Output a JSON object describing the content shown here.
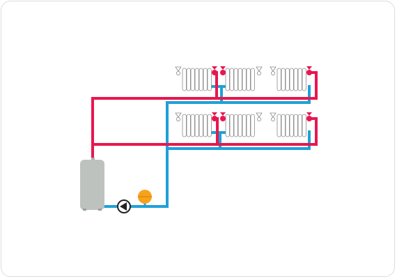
{
  "diagram": {
    "description_visible_text": [],
    "colors": {
      "supply_pipe": "#e8174f",
      "return_pipe": "#1ea1d8",
      "radiator_fill": "#ffffff",
      "radiator_outline": "#8a8a8a",
      "valve": "#e8174f",
      "boiler_body": "#bdc2bf",
      "pump": "#222222",
      "expansion_tank": "#f7a21b",
      "card_border": "#dcdcdc"
    },
    "components": [
      {
        "kind": "boiler",
        "icon": "boiler-tank-icon"
      },
      {
        "kind": "circulation-pump",
        "icon": "pump-icon"
      },
      {
        "kind": "expansion-tank",
        "icon": "expansion-tank-icon"
      },
      {
        "kind": "radiator",
        "floor": "upper",
        "position": "left",
        "icon": "radiator-icon"
      },
      {
        "kind": "radiator",
        "floor": "upper",
        "position": "middle",
        "icon": "radiator-icon"
      },
      {
        "kind": "radiator",
        "floor": "upper",
        "position": "right",
        "icon": "radiator-icon"
      },
      {
        "kind": "radiator",
        "floor": "lower",
        "position": "left",
        "icon": "radiator-icon"
      },
      {
        "kind": "radiator",
        "floor": "lower",
        "position": "middle",
        "icon": "radiator-icon"
      },
      {
        "kind": "radiator",
        "floor": "lower",
        "position": "right",
        "icon": "radiator-icon"
      }
    ]
  }
}
